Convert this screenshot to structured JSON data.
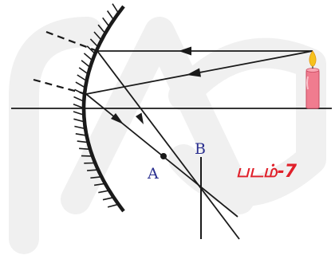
{
  "labels": {
    "point_a": "A",
    "point_b": "B",
    "figure_caption": "படம்-7"
  },
  "colors": {
    "ink": "#1a1a1a",
    "label": "#2a2f8f",
    "caption": "#e0202a",
    "candle_body": "#f07c8f",
    "flame": "#f6c21d"
  }
}
